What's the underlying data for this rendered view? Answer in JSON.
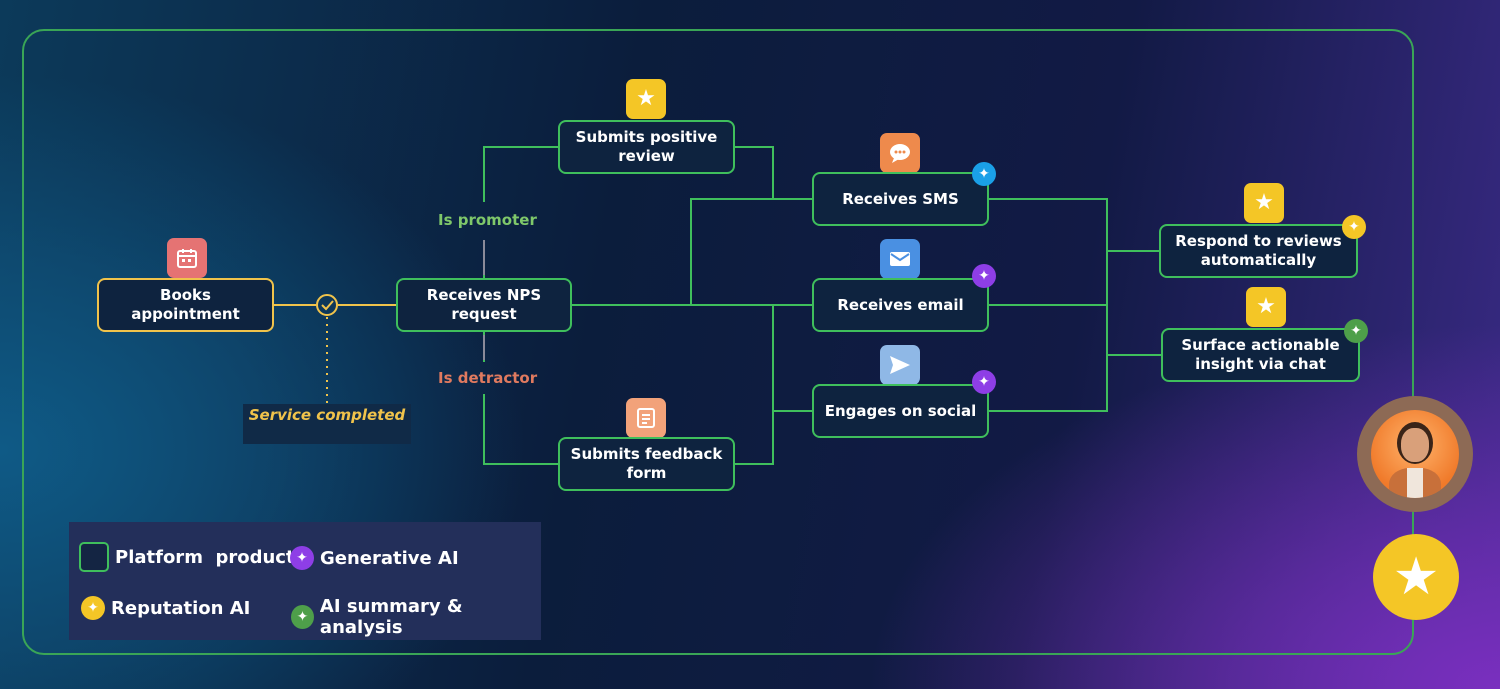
{
  "nodes": {
    "books": "Books appointment",
    "nps": "Receives NPS request",
    "positive": "Submits positive review",
    "feedback": "Submits feedback form",
    "sms": "Receives SMS",
    "email": "Receives email",
    "social": "Engages on social",
    "respond": "Respond to reviews automatically",
    "surface": "Surface actionable insight via chat"
  },
  "labels": {
    "promoter": "Is promoter",
    "detractor": "Is detractor",
    "service": "Service completed"
  },
  "legend": {
    "platform": "Platform  product",
    "generative": "Generative AI",
    "reputation": "Reputation AI",
    "summary": "AI summary & analysis"
  },
  "colors": {
    "line": "#3fbf5c",
    "reputation": "#f4c626",
    "generative": "#8e3ee6",
    "summary": "#4e9f4a",
    "sms_badge": "#1aa0e8",
    "promoter_text": "#7fc86a",
    "detractor_text": "#e07a5f"
  },
  "icons": {
    "books": "calendar-icon",
    "positive": "star-icon",
    "feedback": "document-icon",
    "sms": "chat-bubble-icon",
    "email": "envelope-icon",
    "social": "paper-plane-icon",
    "respond": "star-icon",
    "surface": "star-icon"
  }
}
